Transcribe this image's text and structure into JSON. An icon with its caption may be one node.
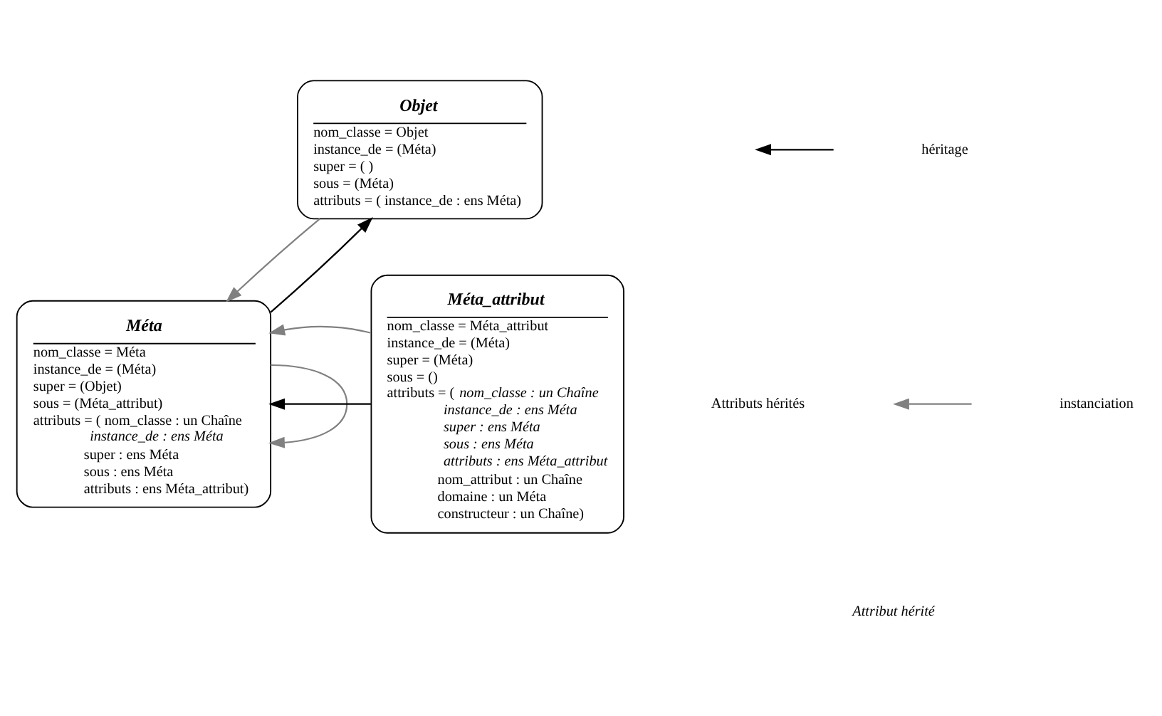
{
  "diagram": {
    "nodes": [
      {
        "text": [
          "Objet",
          "nom_classe = Objet",
          "instance_de = (Méta)",
          "super = ( )",
          "sous = (Méta)",
          "attributs = ( instance_de : ens Méta)"
        ]
      },
      {
        "text": [
          "Méta",
          "nom_classe = Méta",
          "instance_de = (Méta)",
          "super = (Objet)",
          "sous = (Méta_attribut)",
          "attributs = ( nom_classe : un Chaîne",
          "*instance_de : ens Méta*",
          "super : ens Méta",
          "sous : ens Méta",
          "attributs : ens Méta_attribut)"
        ]
      },
      {
        "text": [
          "Méta_attribut",
          "nom_classe = Méta_attribut",
          "instance_de = (Méta)",
          "super = (Méta)",
          "sous = ()",
          "attributs = ( *nom_classe : un Chaîne*",
          "*instance_de : ens Méta*",
          "*super : ens Méta*",
          "*sous : ens Méta*",
          "*attributs : ens Méta_attribut*",
          "nom_attribut : un Chaîne",
          "domaine : un Méta",
          "constructeur : un Chaîne)"
        ]
      }
    ],
    "edges": [
      {
        "from": 1,
        "to": 0,
        "arrow": "to",
        "color": "#000000"
      },
      {
        "from": 0,
        "to": 1,
        "arrow": "to",
        "color": "#808080"
      },
      {
        "from": 1,
        "to": 1,
        "arrow": "to",
        "color": "#808080"
      },
      {
        "from": 2,
        "to": 1,
        "arrow": "to",
        "color": "#000000"
      },
      {
        "from": 2,
        "to": 1,
        "arrow": "to",
        "color": "#808080"
      }
    ],
    "labels": [
      "Attributs hérités"
    ],
    "legend": [
      {
        "text": "héritage"
      },
      {
        "text": "instanciation"
      },
      {
        "text": "Attribut hérité"
      }
    ]
  }
}
